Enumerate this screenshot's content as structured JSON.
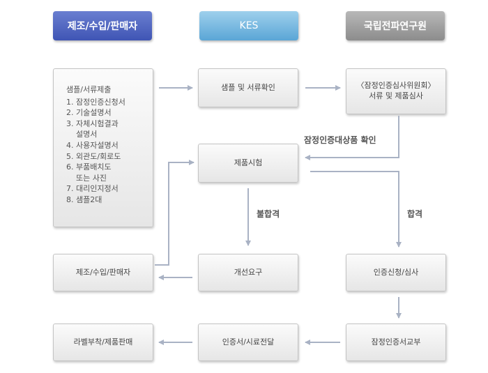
{
  "headers": {
    "manufacturer": "제조/수입/판매자",
    "kes": "KES",
    "rra": "국립전파연구원"
  },
  "boxes": {
    "submit_title": "샘플/서류제출",
    "submit_items": [
      "1. 잠정인증신청서",
      "2. 기술설명서",
      "3. 자체시험결과",
      "    설명서",
      "4. 사용자설명서",
      "5. 외관도/회로도",
      "6. 부품배치도",
      "    또는 사진",
      "7. 대리인지정서",
      "8. 샘플2대"
    ],
    "sample_check": "샘플 및 서류확인",
    "committee_line1": "〈잠정인증심사위원회〉",
    "committee_line2": "서류 및 제품심사",
    "product_test": "제품시험",
    "manufacturer_bottom": "제조/수입/판매자",
    "improvement": "개선요구",
    "cert_request": "인증신청/심사",
    "label_attach": "라벨부착/제품판매",
    "cert_delivery": "인증서/시료전달",
    "cert_issue": "잠정인증서교부"
  },
  "labels": {
    "confirm": "잠정인증대상품 확인",
    "fail": "불합격",
    "pass": "합격"
  },
  "colors": {
    "arrow": "#a9b2c4",
    "header_blue": "#4a5fbf",
    "header_sky": "#6fb3de",
    "header_gray": "#9a9a9a"
  }
}
